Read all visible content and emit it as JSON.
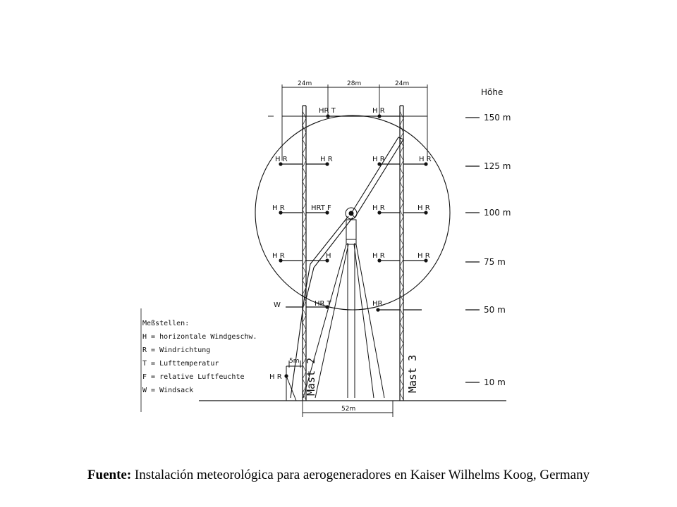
{
  "diagram": {
    "dimensions": {
      "top_left": "24m",
      "top_middle": "28m",
      "top_right": "24m",
      "base": "52m",
      "ground_offset": "5m"
    },
    "height_header": "Höhe",
    "heights": [
      "150 m",
      "125 m",
      "100 m",
      "75 m",
      "50 m",
      "10 m"
    ],
    "masts": [
      "Mast 2",
      "Mast 3"
    ],
    "sensors": {
      "h150_left": "HR T",
      "h150_right": "H R",
      "h125_outer_left": "H R",
      "h125_inner_left": "H R",
      "h125_inner_right": "H R",
      "h125_outer_right": "H R",
      "h100_outer_left": "H R",
      "h100_inner_left": "HRT F",
      "h100_inner_right": "H R",
      "h100_outer_right": "H R",
      "h75_outer_left": "H R",
      "h75_inner_left": "H",
      "h75_inner_right": "H R",
      "h75_outer_right": "H R",
      "h50_outer_left": "W",
      "h50_inner_left": "HR T",
      "h50_inner_right": "HR",
      "h10_left": "H R"
    },
    "legend": {
      "title": "Meßstellen:",
      "items": [
        "H = horizontale Windgeschw.",
        "R = Windrichtung",
        "T = Lufttemperatur",
        "F = relative Luftfeuchte",
        "W = Windsack"
      ]
    }
  },
  "caption": {
    "label": "Fuente:",
    "text": " Instalación meteorológica para aerogeneradores en Kaiser Wilhelms Koog, Germany"
  }
}
